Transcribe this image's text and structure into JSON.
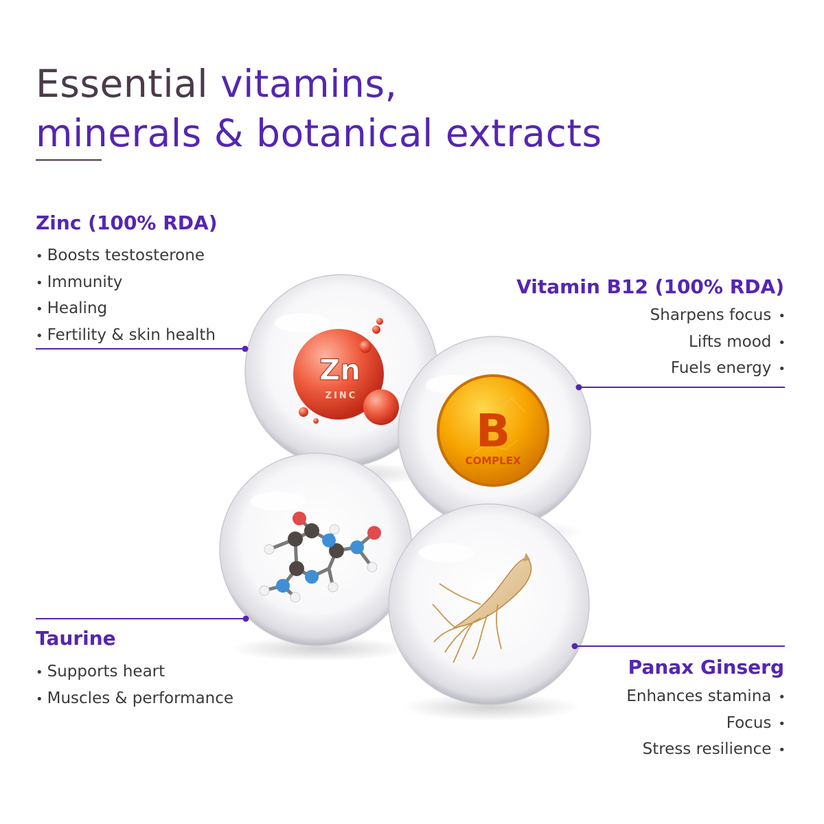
{
  "title": {
    "line1_a": "Essential ",
    "line1_b": "vitamins,",
    "line2_a": "mi",
    "line2_b": "nerals & botanical extracts"
  },
  "zinc": {
    "heading": "Zinc (100% RDA)",
    "benefits": [
      "Boosts testosterone",
      "Immunity",
      "Healing",
      "Fertility & skin health"
    ],
    "icon_symbol": "Zn",
    "icon_label": "ZINC"
  },
  "b12": {
    "heading": "Vitamin B12 (100% RDA)",
    "benefits": [
      "Sharpens focus",
      "Lifts mood",
      "Fuels energy"
    ],
    "icon_symbol": "B",
    "icon_label": "COMPLEX"
  },
  "taurine": {
    "heading": "Taurine",
    "benefits": [
      "Supports heart",
      "Muscles & performance"
    ]
  },
  "ginseng": {
    "heading": "Panax Ginserg",
    "benefits": [
      "Enhances stamina",
      "Focus",
      "Stress resilience"
    ]
  },
  "colors": {
    "accent": "#5426b0",
    "title_dark": "#4a3b4a",
    "zinc": "#e8543a",
    "vitamin_b": "#f5a300"
  }
}
